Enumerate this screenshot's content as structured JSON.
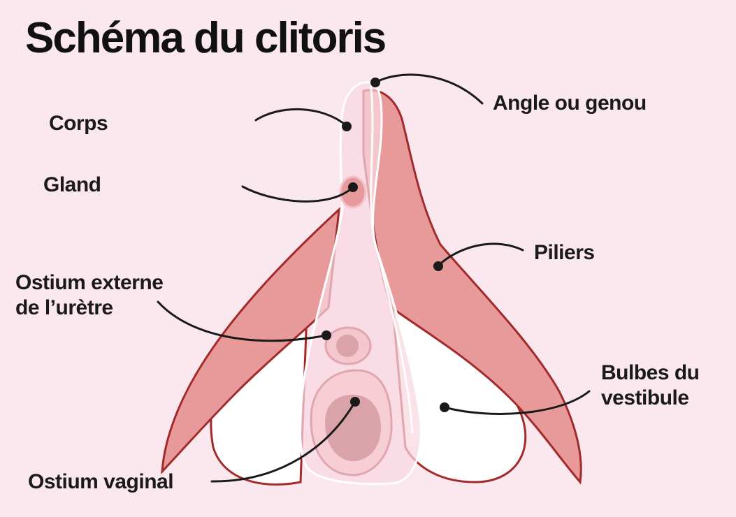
{
  "title": "Schéma du clitoris",
  "labels": {
    "angle": "Angle ou genou",
    "corps": "Corps",
    "gland": "Gland",
    "piliers": "Piliers",
    "ostium_uretre": [
      "Ostium externe",
      "de l’urètre"
    ],
    "bulbes": [
      "Bulbes du",
      "vestibule"
    ],
    "ostium_vaginal": "Ostium vaginal"
  },
  "colors": {
    "background": "#fbe8ef",
    "pillar_fill": "#e89a9b",
    "outline": "#a32a2a",
    "body_fill": "#f6d3dc",
    "bulb_fill": "#ffffff",
    "vaginal_fill": "#8e1a1a",
    "leader": "#1a1a1a"
  }
}
